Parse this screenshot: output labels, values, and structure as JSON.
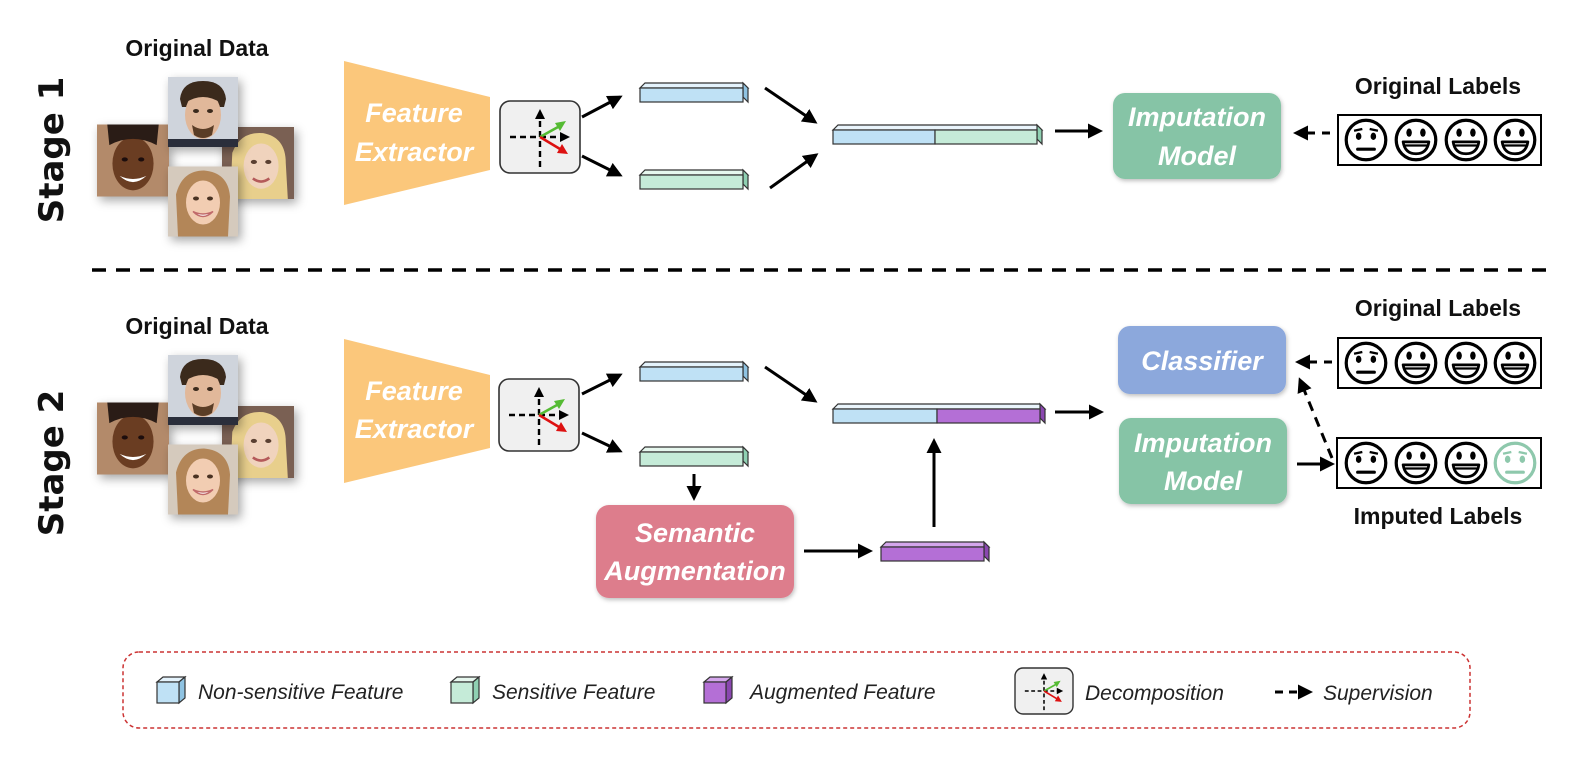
{
  "stage1": {
    "label": "Stage 1",
    "original_data_label": "Original Data",
    "feature_extractor": [
      "Feature",
      "Extractor"
    ],
    "imputation_model": [
      "Imputation",
      "Model"
    ],
    "original_labels_title": "Original Labels",
    "original_labels": [
      "neutral",
      "happy",
      "happy",
      "happy"
    ]
  },
  "stage2": {
    "label": "Stage 2",
    "original_data_label": "Original Data",
    "feature_extractor": [
      "Feature",
      "Extractor"
    ],
    "semantic_augmentation": [
      "Semantic",
      "Augmentation"
    ],
    "classifier": "Classifier",
    "imputation_model": [
      "Imputation",
      "Model"
    ],
    "original_labels_title": "Original Labels",
    "original_labels": [
      "neutral",
      "happy",
      "happy",
      "happy"
    ],
    "imputed_labels_title": "Imputed Labels",
    "imputed_labels": [
      "neutral",
      "happy",
      "happy",
      "neutral-imputed"
    ]
  },
  "legend": {
    "non_sensitive": "Non-sensitive Feature",
    "sensitive": "Sensitive Feature",
    "augmented": "Augmented Feature",
    "decomposition": "Decomposition",
    "supervision": "Supervision"
  },
  "colors": {
    "non_sensitive": "#bfe1f5",
    "sensitive": "#c5ebd8",
    "augmented": "#b46fd6",
    "feature_extractor": "#fbc77b",
    "imputation_model": "#86c4a6",
    "classifier": "#8ca8dc",
    "semantic_augmentation": "#dd7d8c",
    "imputed_face": "#8ec8ac",
    "legend_border": "#cc3333"
  }
}
